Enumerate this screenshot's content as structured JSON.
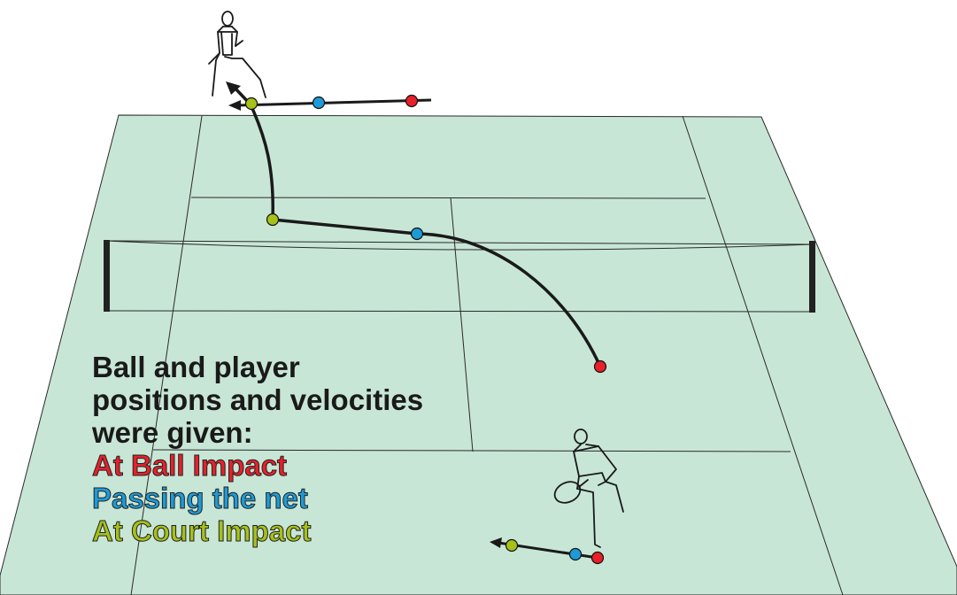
{
  "caption": {
    "line1": "Ball and player",
    "line2": "positions and velocities",
    "line3": "were given:"
  },
  "legend": [
    {
      "label": "At Ball Impact",
      "color": "#e8202a"
    },
    {
      "label": "Passing the net",
      "color": "#1e9bd7"
    },
    {
      "label": "At Court Impact",
      "color": "#a6c11a"
    }
  ],
  "colors": {
    "court": "#c8e6d6",
    "lines": "#2a2a2a",
    "net_posts": "#222222",
    "trajectory": "#1a1a1a"
  }
}
